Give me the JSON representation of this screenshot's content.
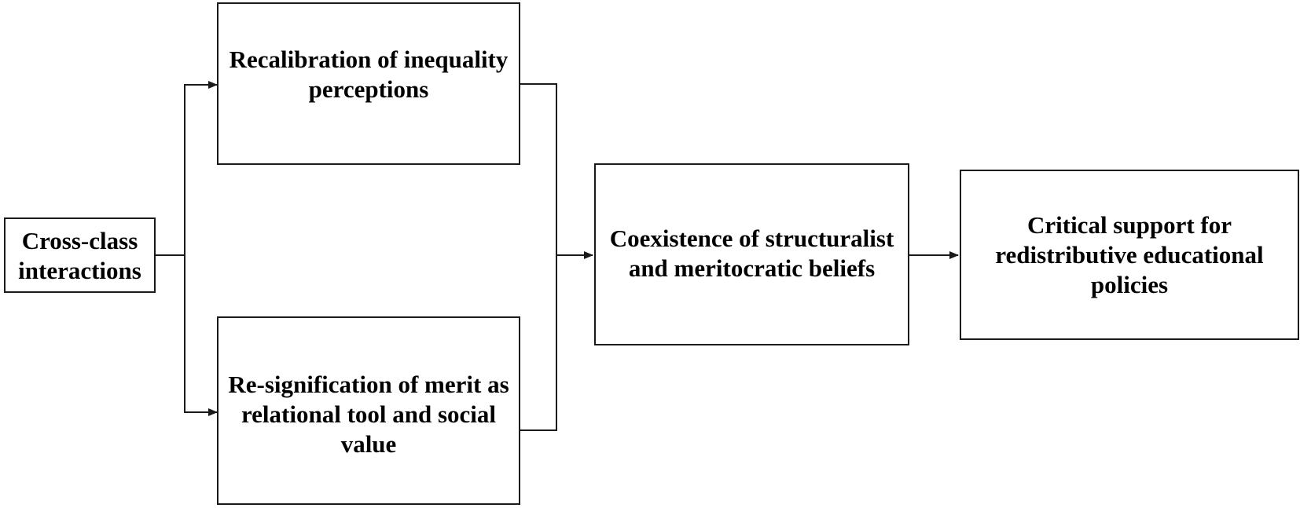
{
  "diagram": {
    "nodes": {
      "cross_class": {
        "lines": [
          "Cross-class",
          "interactions"
        ]
      },
      "recalibration": {
        "lines": [
          "Recalibration of inequality",
          "perceptions"
        ]
      },
      "resignification": {
        "lines": [
          "Re-signification of merit as",
          "relational tool and social",
          "value"
        ]
      },
      "coexistence": {
        "lines": [
          "Coexistence of structuralist",
          "and meritocratic beliefs"
        ]
      },
      "critical_support": {
        "lines": [
          "Critical support for",
          "redistributive educational",
          "policies"
        ]
      }
    },
    "edges": [
      {
        "from": "cross_class",
        "to": "recalibration"
      },
      {
        "from": "cross_class",
        "to": "resignification"
      },
      {
        "from": "recalibration",
        "to": "coexistence"
      },
      {
        "from": "resignification",
        "to": "coexistence"
      },
      {
        "from": "coexistence",
        "to": "critical_support"
      }
    ],
    "colors": {
      "stroke": "#1a1a1a",
      "fill": "#ffffff",
      "text": "#000000"
    }
  }
}
